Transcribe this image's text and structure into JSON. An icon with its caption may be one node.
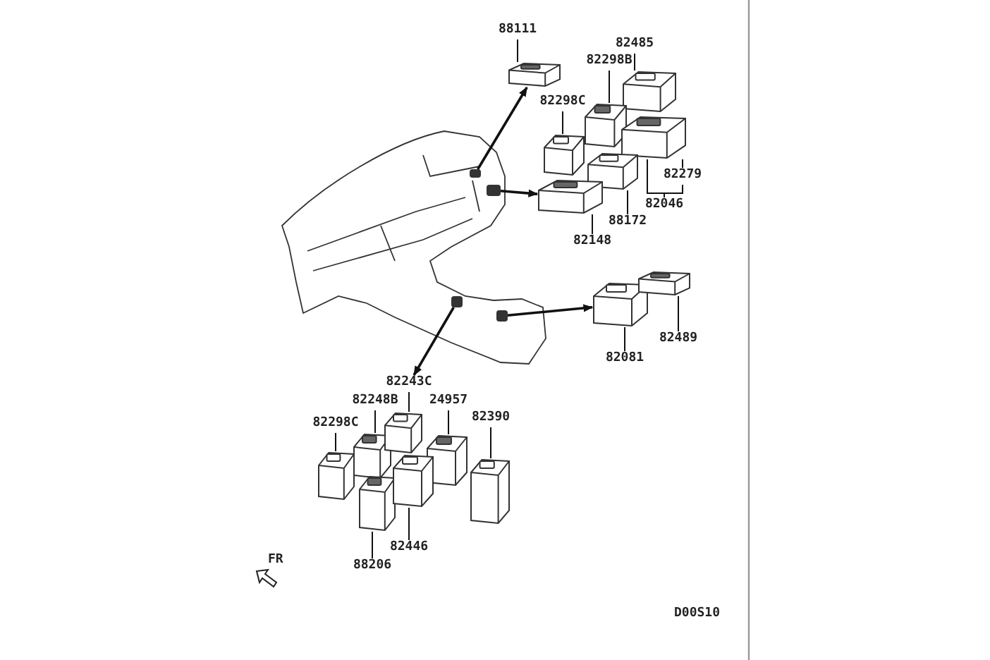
{
  "diagram": {
    "nodes": [
      {
        "text": [],
        "shape": "picture"
      },
      {
        "text": [],
        "shape": "box",
        "in": 0
      },
      {
        "text": [],
        "shape": "box",
        "in": 0
      },
      {
        "text": [],
        "shape": "box",
        "in": 0
      },
      {
        "text": [],
        "shape": "box",
        "in": 0
      },
      {
        "text": [],
        "shape": "picture"
      },
      {
        "text": [],
        "shape": "picture"
      },
      {
        "text": [],
        "shape": "picture"
      },
      {
        "text": [],
        "shape": "picture"
      },
      {
        "text": [],
        "shape": "picture"
      },
      {
        "text": [],
        "shape": "picture"
      },
      {
        "text": [],
        "shape": "picture"
      },
      {
        "text": [],
        "shape": "picture"
      },
      {
        "text": [],
        "shape": "picture"
      },
      {
        "text": [],
        "shape": "picture"
      },
      {
        "text": [],
        "shape": "picture"
      },
      {
        "text": [],
        "shape": "picture"
      },
      {
        "text": [],
        "shape": "picture"
      },
      {
        "text": [],
        "shape": "picture"
      },
      {
        "text": [],
        "shape": "picture"
      },
      {
        "text": [],
        "shape": "picture"
      },
      {
        "text": [
          "88111"
        ]
      },
      {
        "text": [
          "82485"
        ]
      },
      {
        "text": [
          "82298B"
        ]
      },
      {
        "text": [
          "82298C"
        ]
      },
      {
        "text": [
          "82279"
        ]
      },
      {
        "text": [
          "82046"
        ]
      },
      {
        "text": [
          "88172"
        ]
      },
      {
        "text": [
          "82148"
        ]
      },
      {
        "text": [
          "82489"
        ]
      },
      {
        "text": [
          "82081"
        ]
      },
      {
        "text": [
          "82243C"
        ]
      },
      {
        "text": [
          "82248B"
        ]
      },
      {
        "text": [
          "82298C"
        ]
      },
      {
        "text": [
          "24957"
        ]
      },
      {
        "text": [
          "82390"
        ]
      },
      {
        "text": [
          "88206"
        ]
      },
      {
        "text": [
          "82446"
        ]
      }
    ],
    "edges": [
      {
        "from": 1,
        "to": 5,
        "arrow": "to"
      },
      {
        "from": 2,
        "to": 11,
        "arrow": "to"
      },
      {
        "from": 4,
        "to": 12,
        "arrow": "to"
      },
      {
        "from": 3,
        "to": 31,
        "arrow": "to"
      },
      {
        "from": 21,
        "to": 5,
        "arrow": "none"
      },
      {
        "from": 22,
        "to": 6,
        "arrow": "none"
      },
      {
        "from": 23,
        "to": 7,
        "arrow": "none"
      },
      {
        "from": 24,
        "to": 8,
        "arrow": "none"
      },
      {
        "from": 25,
        "to": 9,
        "arrow": "none"
      },
      {
        "from": 26,
        "to": 9,
        "arrow": "none"
      },
      {
        "from": 27,
        "to": 10,
        "arrow": "none"
      },
      {
        "from": 28,
        "to": 11,
        "arrow": "none"
      },
      {
        "from": 29,
        "to": 13,
        "arrow": "none"
      },
      {
        "from": 30,
        "to": 12,
        "arrow": "none"
      },
      {
        "from": 31,
        "to": 16,
        "arrow": "none"
      },
      {
        "from": 32,
        "to": 15,
        "arrow": "none"
      },
      {
        "from": 33,
        "to": 14,
        "arrow": "none"
      },
      {
        "from": 34,
        "to": 17,
        "arrow": "none"
      },
      {
        "from": 35,
        "to": 18,
        "arrow": "none"
      },
      {
        "from": 36,
        "to": 19,
        "arrow": "none"
      },
      {
        "from": 37,
        "to": 20,
        "arrow": "none"
      }
    ],
    "labels": [
      "FR",
      "D00S10"
    ]
  }
}
